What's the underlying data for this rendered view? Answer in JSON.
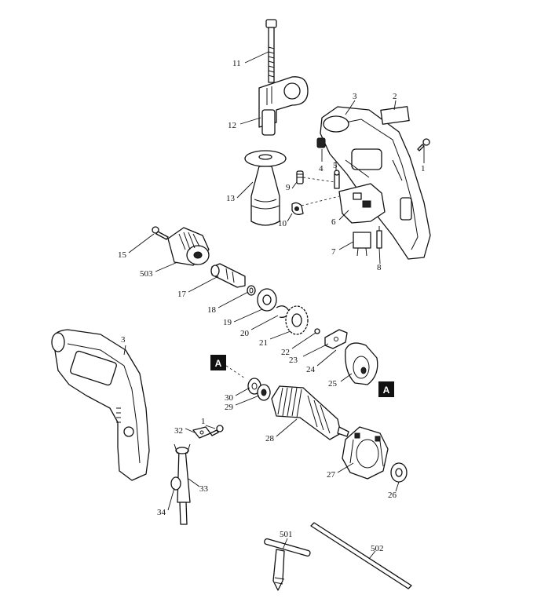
{
  "parts": {
    "p1a": "1",
    "p2": "2",
    "p3a": "3",
    "p4": "4",
    "p5": "5",
    "p6": "6",
    "p7": "7",
    "p8": "8",
    "p9": "9",
    "p10": "10",
    "p11": "11",
    "p12": "12",
    "p13": "13",
    "p15": "15",
    "p503": "503",
    "p17": "17",
    "p18": "18",
    "p19": "19",
    "p20": "20",
    "p21": "21",
    "p22": "22",
    "p23": "23",
    "p24": "24",
    "p25": "25",
    "p3b": "3",
    "p30": "30",
    "p29": "29",
    "p28": "28",
    "p27": "27",
    "p26": "26",
    "p1b": "1",
    "p32": "32",
    "p33": "33",
    "p34": "34",
    "p501": "501",
    "p502": "502"
  },
  "markers": {
    "a1": "A",
    "a2": "A"
  }
}
